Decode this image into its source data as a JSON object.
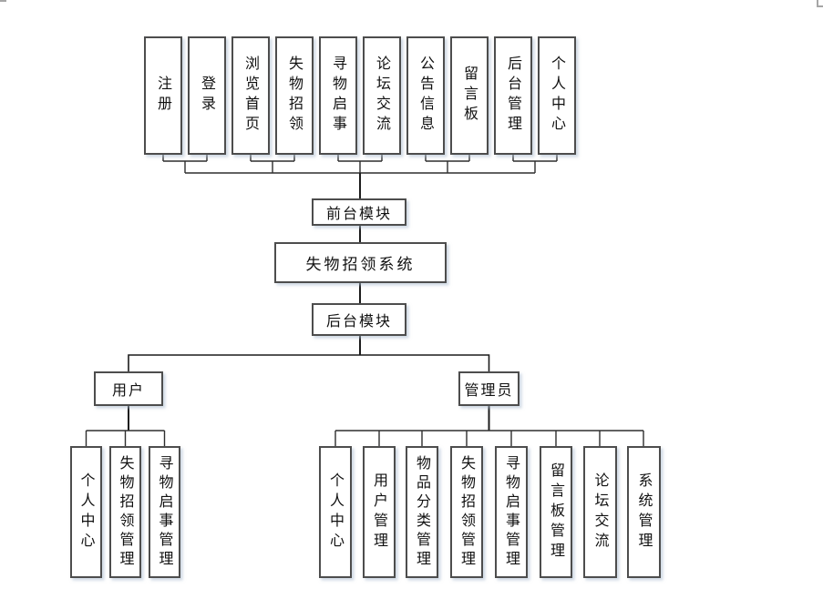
{
  "page": {
    "background": "#ffffff"
  },
  "colors": {
    "connector_line": "#2e2e2e",
    "trunk_line": "#1c1c1c",
    "box_border": "#4d4d4d",
    "box_shadow": "#a8b9cd",
    "text": "#111111"
  },
  "root": {
    "label": "失物招领系统"
  },
  "front_module": {
    "label": "前台模块"
  },
  "back_module": {
    "label": "后台模块"
  },
  "front_children": [
    "注册",
    "登录",
    "浏览首页",
    "失物招领",
    "寻物启事",
    "论坛交流",
    "公告信息",
    "留言板",
    "后台管理",
    "个人中心"
  ],
  "roles": {
    "user": {
      "label": "用户",
      "children": [
        "个人中心",
        "失物招领管理",
        "寻物启事管理"
      ]
    },
    "admin": {
      "label": "管理员",
      "children": [
        "个人中心",
        "用户管理",
        "物品分类管理",
        "失物招领管理",
        "寻物启事管理",
        "留言板管理",
        "论坛交流",
        "系统管理"
      ]
    }
  }
}
